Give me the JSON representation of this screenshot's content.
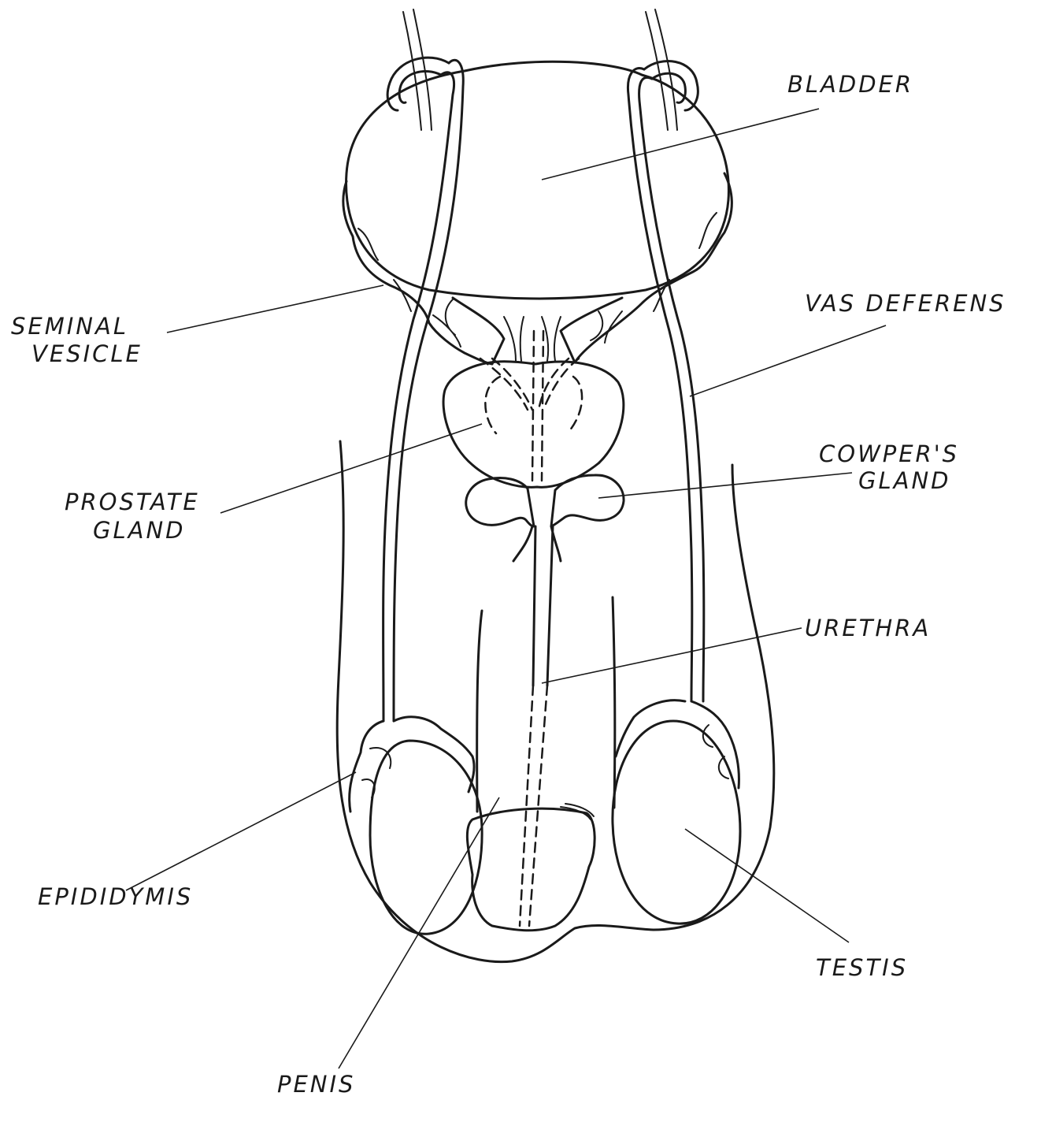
{
  "labels": {
    "bladder": "BLADDER",
    "vas_deferens": "VAS DEFERENS",
    "seminal_vesicle_line1": "SEMINAL",
    "seminal_vesicle_line2": "VESICLE",
    "prostate_gland_line1": "PROSTATE",
    "prostate_gland_line2": "GLAND",
    "cowpers_gland_line1": "COWPER'S",
    "cowpers_gland_line2": "GLAND",
    "urethra": "URETHRA",
    "epididymis": "EPIDIDYMIS",
    "testis": "TESTIS",
    "penis": "PENIS"
  },
  "colors": {
    "ink": "#1a1a1a",
    "background": "#ffffff"
  }
}
